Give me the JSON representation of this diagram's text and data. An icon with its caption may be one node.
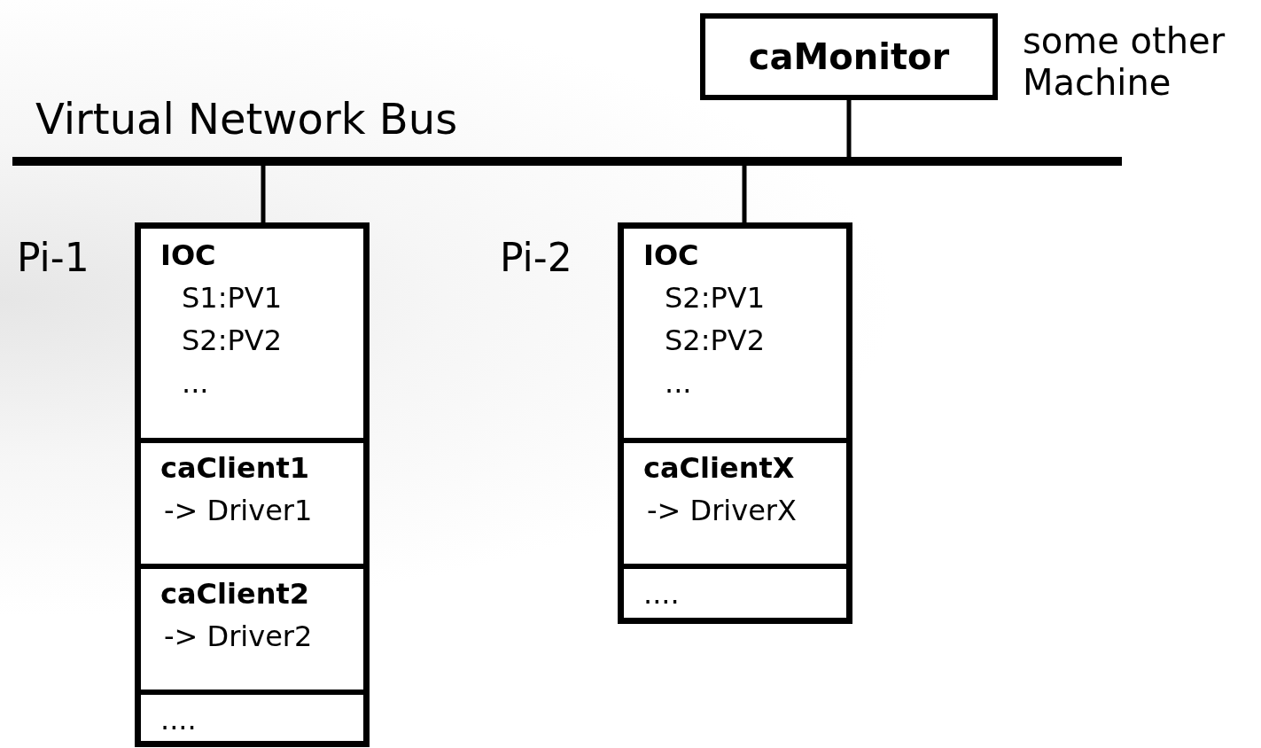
{
  "diagram": {
    "nodes": [
      {
        "text": [
          "Virtual Network Bus"
        ]
      },
      {
        "text": [
          "caMonitor"
        ],
        "beside": [
          "some other Machine"
        ]
      },
      {
        "text": [
          "Pi-1"
        ]
      },
      {
        "text": [
          "IOC",
          "S1:PV1",
          "S2:PV2",
          "..."
        ],
        "in": 2
      },
      {
        "text": [
          "caClient1",
          "-> Driver1"
        ],
        "in": 2
      },
      {
        "text": [
          "caClient2",
          "-> Driver2"
        ],
        "in": 2
      },
      {
        "text": [
          "...."
        ],
        "in": 2
      },
      {
        "text": [
          "Pi-2"
        ]
      },
      {
        "text": [
          "IOC",
          "S2:PV1",
          "S2:PV2",
          "..."
        ],
        "in": 7
      },
      {
        "text": [
          "caClientX",
          "-> DriverX"
        ],
        "in": 7
      },
      {
        "text": [
          "...."
        ],
        "in": 7
      }
    ],
    "edges": [
      {
        "from": 1,
        "to": 0,
        "arrow": "none"
      },
      {
        "from": 2,
        "to": 0,
        "arrow": "none"
      },
      {
        "from": 7,
        "to": 0,
        "arrow": "none"
      }
    ]
  }
}
